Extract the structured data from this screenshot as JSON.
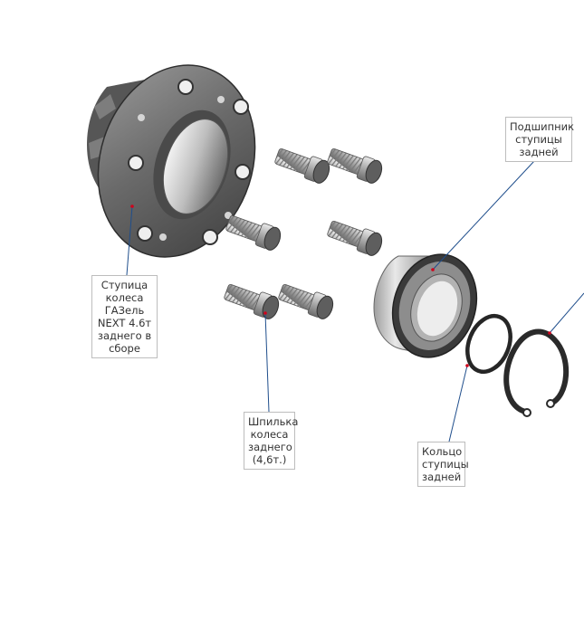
{
  "callouts": {
    "hub": "Ступица\nколеса\nГАЗель\nNEXT 4.6т\nзаднего в\nсборе",
    "bearing": "Подшипник\nступицы\nзадней",
    "stud": "Шпилька\nколеса\nзаднего\n(4,6т.)",
    "ring": "Кольцо\nступицы\nзадней"
  },
  "colors": {
    "leader_line": "#1f4e8c",
    "marker": "#d0021b",
    "label_border": "#bdbdbd",
    "metal_dark": "#555555",
    "metal_light": "#dcdcdc"
  }
}
